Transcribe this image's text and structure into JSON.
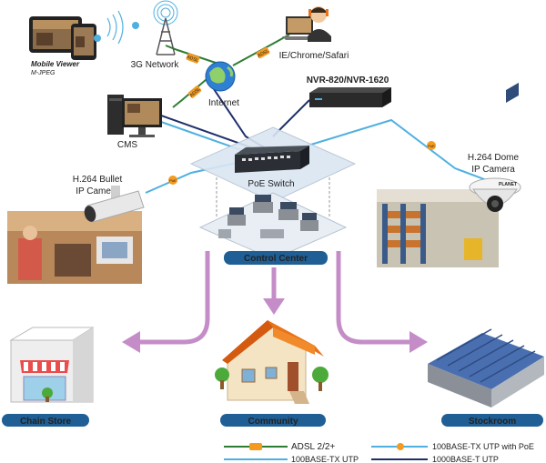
{
  "devices": {
    "mobile_viewer_title": "Mobile Viewer",
    "mobile_viewer_sub": "M-JPEG",
    "network_3g": "3G Network",
    "browser_client": "IE/Chrome/Safari",
    "internet": "Internet",
    "nvr": "NVR-820/NVR-1620",
    "cms": "CMS",
    "poe_switch": "PoE Switch",
    "bullet_camera_line1": "H.264 Bullet",
    "bullet_camera_line2": "IP Camera",
    "dome_camera_line1": "H.264 Dome",
    "dome_camera_line2": "IP Camera",
    "control_center": "Control Center",
    "dome_brand": "PLANET"
  },
  "sites": {
    "chain_store": "Chain Store",
    "community": "Community",
    "stockroom": "Stockroom"
  },
  "badges": {
    "adsl": "ADSL",
    "poe": "PoE",
    "wifi": "Wi-Fi"
  },
  "legend": {
    "adsl": "ADSL 2/2+",
    "poe": "100BASE-TX UTP with PoE",
    "tx": "100BASE-TX UTP",
    "t1000": "1000BASE-T UTP"
  },
  "colors": {
    "adsl_line": "#2e7d32",
    "poe_line": "#4fb0e0",
    "tx_line": "#4fb0e0",
    "gbe_line": "#1f2f6b",
    "arrow": "#c58dc8",
    "badge_orange": "#f39a1f",
    "banner_blue": "#1f5f95",
    "internet_blue": "#2f7fd3",
    "legend_text_blue": "#2a84c6"
  }
}
